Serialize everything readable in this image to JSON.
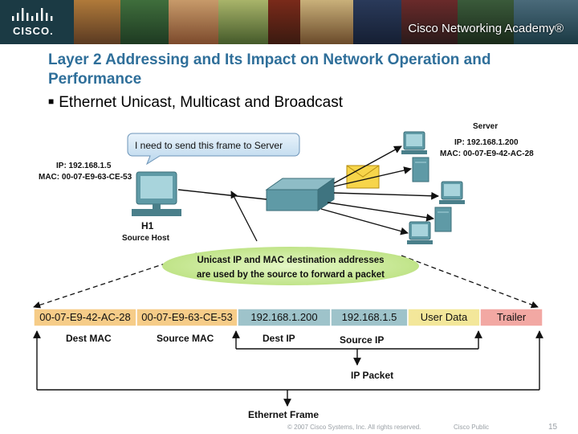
{
  "banner": {
    "logo_text": "CISCO.",
    "academy": "Cisco Networking Academy®"
  },
  "title": "Layer 2 Addressing and Its Impact on Network Operation and Performance",
  "bullet": "Ethernet Unicast, Multicast and Broadcast",
  "speech_bubble": "I need to send this frame to Server",
  "host": {
    "ip": "IP: 192.168.1.5",
    "mac": "MAC: 00-07-E9-63-CE-53",
    "name": "H1",
    "role": "Source Host"
  },
  "server": {
    "label": "Server",
    "ip": "IP: 192.168.1.200",
    "mac": "MAC: 00-07-E9-42-AC-28"
  },
  "callout": {
    "line1": "Unicast IP and MAC destination addresses",
    "line2": "are used by the source to forward a packet"
  },
  "frame": {
    "fields": [
      "00-07-E9-42-AC-28",
      "00-07-E9-63-CE-53",
      "192.168.1.200",
      "192.168.1.5",
      "User Data",
      "Trailer"
    ],
    "colors": [
      "#f6cc88",
      "#f6cc88",
      "#9ec3ca",
      "#9ec3ca",
      "#f3e79a",
      "#f2a8a3"
    ],
    "labels": [
      "Dest MAC",
      "Source MAC",
      "Dest IP",
      "Source IP"
    ],
    "ip_packet": "IP Packet",
    "ethernet_frame": "Ethernet Frame"
  },
  "footer": {
    "copyright": "© 2007 Cisco Systems, Inc. All rights reserved.",
    "classification": "Cisco Public",
    "page": "15"
  }
}
